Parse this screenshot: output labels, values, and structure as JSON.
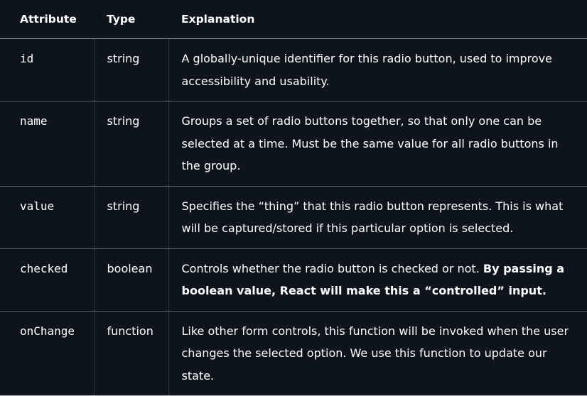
{
  "headers": {
    "attribute": "Attribute",
    "type": "Type",
    "explanation": "Explanation"
  },
  "rows": [
    {
      "attribute": "id",
      "type": "string",
      "explanation": "A globally-unique identifier for this radio button, used to improve accessibility and usability.",
      "explanation_bold": ""
    },
    {
      "attribute": "name",
      "type": "string",
      "explanation": "Groups a set of radio buttons together, so that only one can be selected at a time. Must be the same value for all radio buttons in the group.",
      "explanation_bold": ""
    },
    {
      "attribute": "value",
      "type": "string",
      "explanation": "Specifies the “thing” that this radio button represents. This is what will be captured/stored if this particular option is selected.",
      "explanation_bold": ""
    },
    {
      "attribute": "checked",
      "type": "boolean",
      "explanation": "Controls whether the radio button is checked or not. ",
      "explanation_bold": "By passing a boolean value, React will make this a “controlled” input."
    },
    {
      "attribute": "onChange",
      "type": "function",
      "explanation": "Like other form controls, this function will be invoked when the user changes the selected option. We use this function to update our state.",
      "explanation_bold": ""
    }
  ]
}
